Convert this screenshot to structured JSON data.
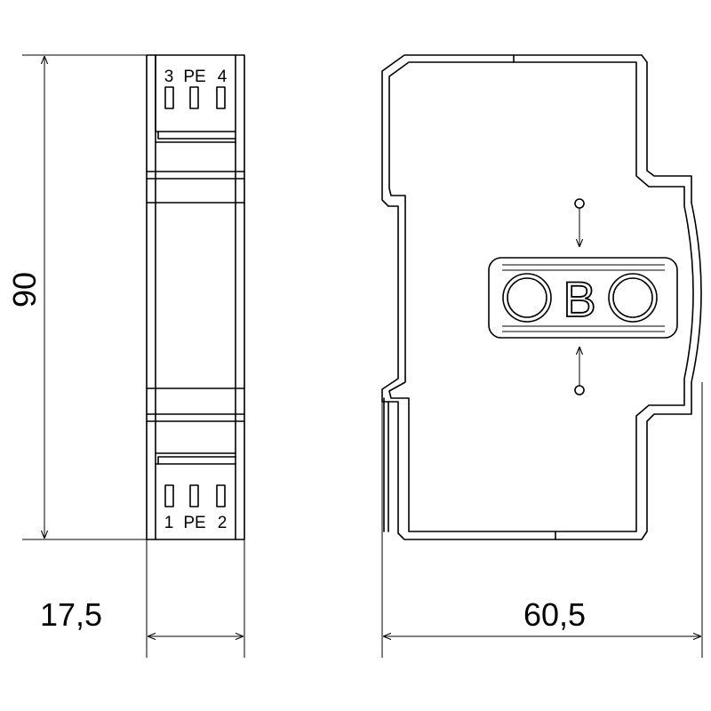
{
  "dimensions": {
    "height_label": "90",
    "width_label": "17,5",
    "depth_label": "60,5"
  },
  "terminals": {
    "top": [
      "3",
      "PE",
      "4"
    ],
    "bottom": [
      "1",
      "PE",
      "2"
    ]
  },
  "logo": {
    "text": "OBO",
    "letter_b": "B"
  }
}
